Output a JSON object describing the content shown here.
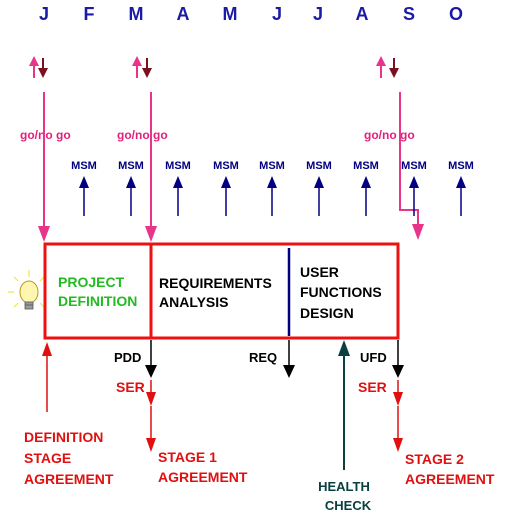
{
  "months": [
    "J",
    "F",
    "M",
    "A",
    "M",
    "J",
    "J",
    "A",
    "S",
    "O"
  ],
  "msm_label": "MSM",
  "go_no_go": "go/no go",
  "phases": {
    "project_definition": [
      "PROJECT",
      "DEFINITION"
    ],
    "requirements_analysis": [
      "REQUIREMENTS",
      "ANALYSIS"
    ],
    "user_functions_design": [
      "USER",
      "FUNCTIONS",
      "DESIGN"
    ]
  },
  "deliverables": {
    "pdd": "PDD",
    "req": "REQ",
    "ufd": "UFD",
    "ser": "SER"
  },
  "agreements": {
    "definition": [
      "DEFINITION",
      "STAGE",
      "AGREEMENT"
    ],
    "stage1": [
      "STAGE 1",
      "AGREEMENT"
    ],
    "stage2": [
      "STAGE 2",
      "AGREEMENT"
    ]
  },
  "health_check": [
    "HEALTH",
    "CHECK"
  ],
  "colors": {
    "month": "#1a1aa6",
    "msm": "#000080",
    "pink": "#e8348a",
    "maroon": "#7a1020",
    "box_border": "#ee1111",
    "divider": "#000080",
    "green": "#22bb22",
    "red": "#e01010",
    "teal": "#0b4040",
    "bulb": "#f5e24a"
  },
  "icons": [
    "lightbulb-icon"
  ]
}
